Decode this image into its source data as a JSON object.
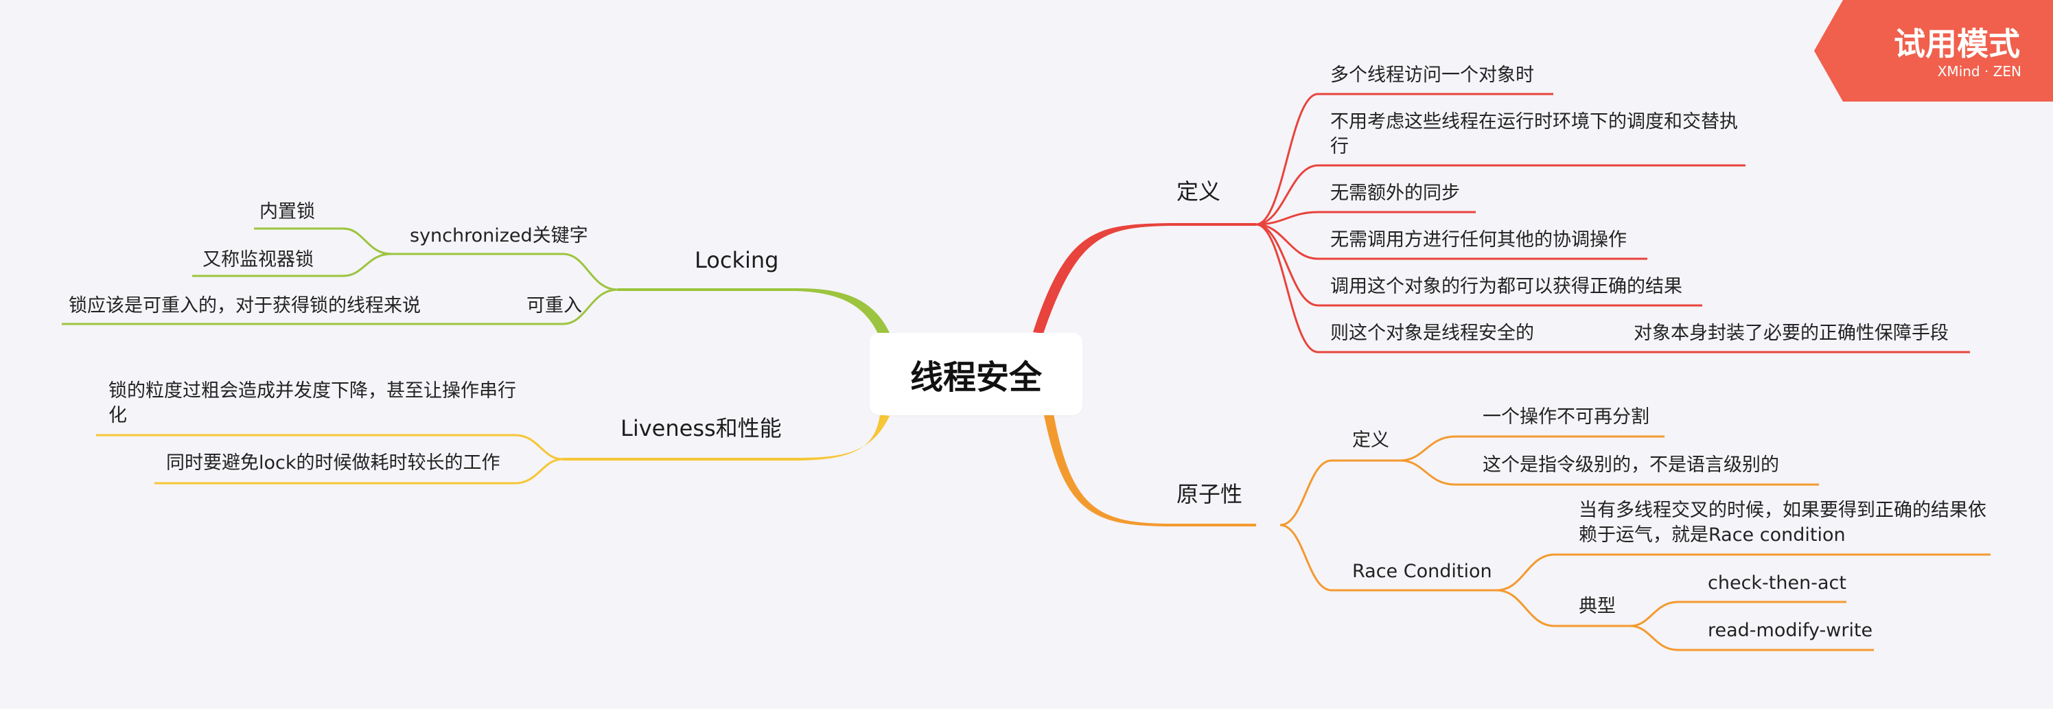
{
  "root": "线程安全",
  "trial": {
    "title": "试用模式",
    "brand": "XMind · ZEN"
  },
  "colors": {
    "define": "#e8433c",
    "atomic": "#f39a2f",
    "locking": "#9cc43e",
    "liveness": "#f6c636",
    "background": "#f5f4f8",
    "trial": "#f0604d"
  },
  "right": {
    "define": {
      "label": "定义",
      "items": [
        "多个线程访问一个对象时",
        "不用考虑这些线程在运行时环境下的调度和交替执行",
        "无需额外的同步",
        "无需调用方进行任何其他的协调操作",
        "调用这个对象的行为都可以获得正确的结果",
        "则这个对象是线程安全的"
      ],
      "sub": "对象本身封装了必要的正确性保障手段"
    },
    "atomic": {
      "label": "原子性",
      "define": {
        "label": "定义",
        "items": [
          "一个操作不可再分割",
          "这个是指令级别的，不是语言级别的"
        ]
      },
      "race": {
        "label": "Race Condition",
        "desc": "当有多线程交叉的时候，如果要得到正确的结果依赖于运气，就是Race condition",
        "typical": {
          "label": "典型",
          "items": [
            "check-then-act",
            "read-modify-write"
          ]
        }
      }
    }
  },
  "left": {
    "locking": {
      "label": "Locking",
      "sync": {
        "label": "synchronized关键字",
        "items": [
          "内置锁",
          "又称监视器锁"
        ]
      },
      "reentrant": {
        "label": "可重入",
        "items": [
          "锁应该是可重入的，对于获得锁的线程来说"
        ]
      }
    },
    "liveness": {
      "label": "Liveness和性能",
      "items": [
        "锁的粒度过粗会造成并发度下降，甚至让操作串行化",
        "同时要避免lock的时候做耗时较长的工作"
      ]
    }
  }
}
